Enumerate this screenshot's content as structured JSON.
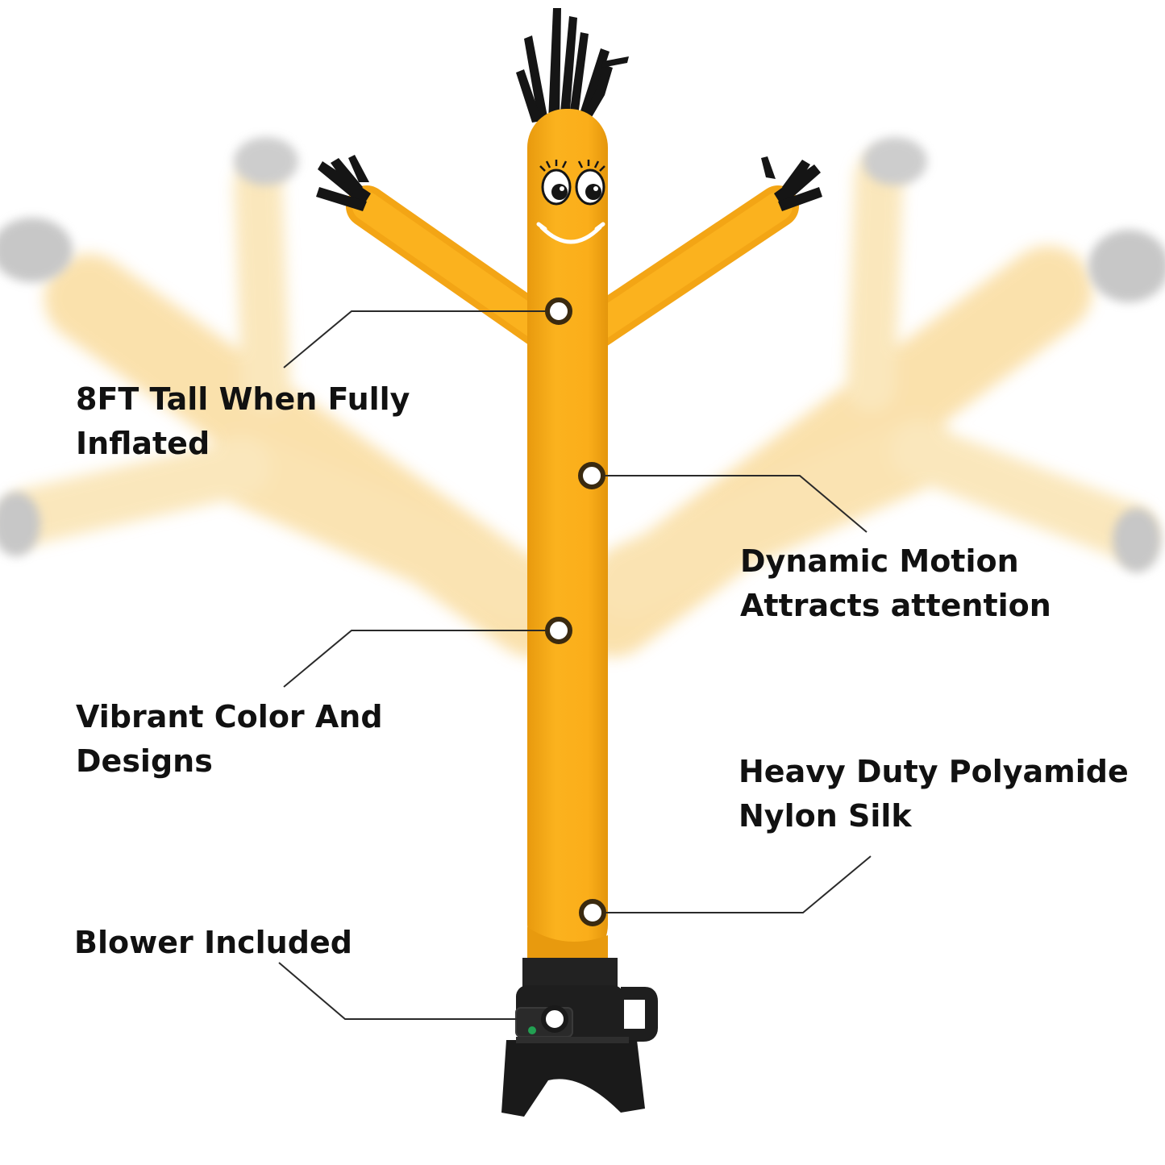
{
  "colors": {
    "tube": "#FBAE1A",
    "tube_shadow": "#E99A10",
    "ghost_tube": "#F8D27C",
    "streamer": "#151515",
    "blower": "#222222",
    "leader_line": "#2A2A2A",
    "text": "#111111"
  },
  "callouts": {
    "height": {
      "line1": "8FT Tall When Fully",
      "line2": "Inflated"
    },
    "motion": {
      "line1": "Dynamic Motion",
      "line2": "Attracts attention"
    },
    "color": {
      "line1": "Vibrant Color And",
      "line2": "Designs"
    },
    "material": {
      "line1": "Heavy Duty Polyamide",
      "line2": "Nylon Silk"
    },
    "blower": {
      "line1": "Blower Included"
    }
  }
}
